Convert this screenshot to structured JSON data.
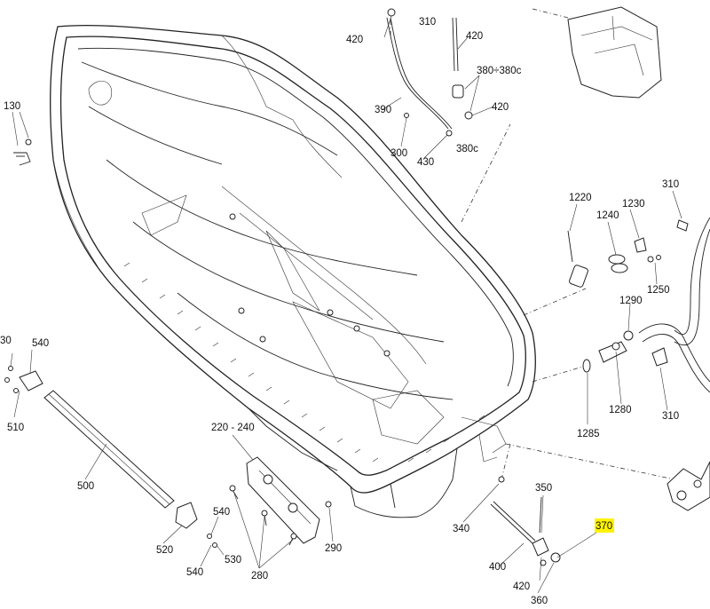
{
  "diagram": {
    "callouts": {
      "c310_top": "310",
      "c420_a": "420",
      "c420_b": "420",
      "c380": "380÷380c",
      "c420_c": "420",
      "c390": "390",
      "c300": "300",
      "c430": "430",
      "c380c": "380c",
      "c130": "130",
      "c1220": "1220",
      "c1240": "1240",
      "c1230": "1230",
      "c310_right": "310",
      "c1250": "1250",
      "c1290": "1290",
      "c1285": "1285",
      "c1280": "1280",
      "c310_mid": "310",
      "c30": "30",
      "c540_a": "540",
      "c510": "510",
      "c500": "500",
      "c220_240": "220 - 240",
      "c520": "520",
      "c540_b": "540",
      "c530": "530",
      "c540_c": "540",
      "c280": "280",
      "c290": "290",
      "c340": "340",
      "c350": "350",
      "c370": "370",
      "c400": "400",
      "c420_d": "420",
      "c360": "360"
    },
    "highlight_callout": "370",
    "highlight_color": "#fff200"
  }
}
